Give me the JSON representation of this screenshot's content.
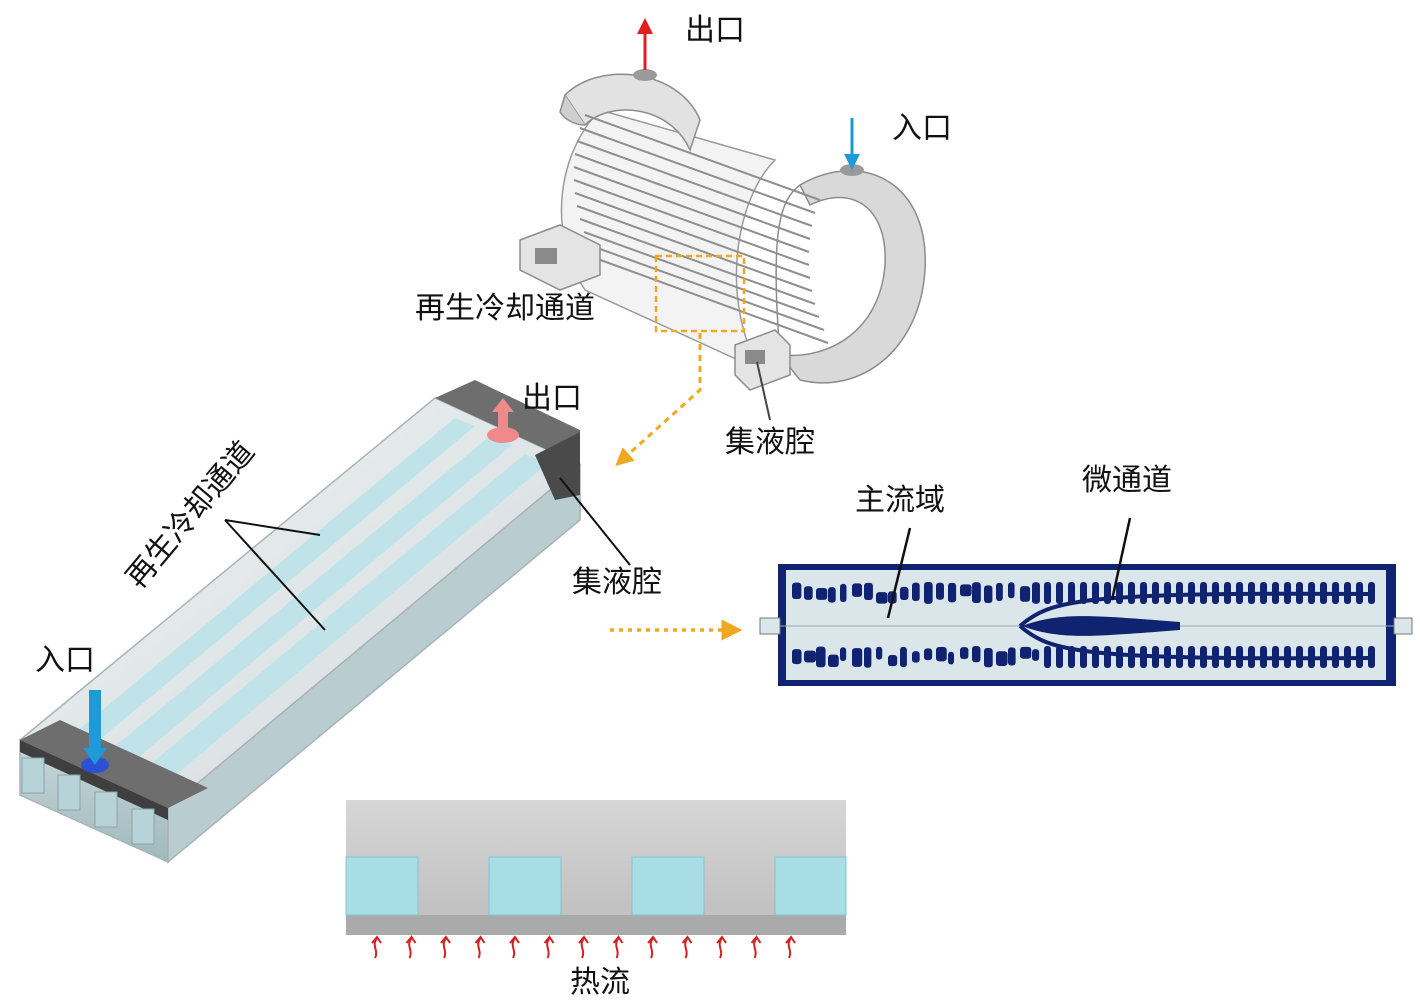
{
  "labels": {
    "top_outlet": "出口",
    "top_inlet": "入口",
    "top_channel": "再生冷却通道",
    "top_manifold": "集液腔",
    "mid_outlet": "出口",
    "mid_channel": "再生冷却通道",
    "mid_manifold": "集液腔",
    "mid_inlet": "入口",
    "main_flow": "主流域",
    "micro_channel": "微通道",
    "heat_flux": "热流"
  },
  "colors": {
    "outlet_arrow": "#e02020",
    "inlet_arrow": "#1e9ad6",
    "highlight_dash": "#f0a820",
    "domain_fill": "#dbe6ea",
    "topo_blue": "#0f2370",
    "channel_cyan": "#a8dde6",
    "heat_red": "#d62020"
  }
}
